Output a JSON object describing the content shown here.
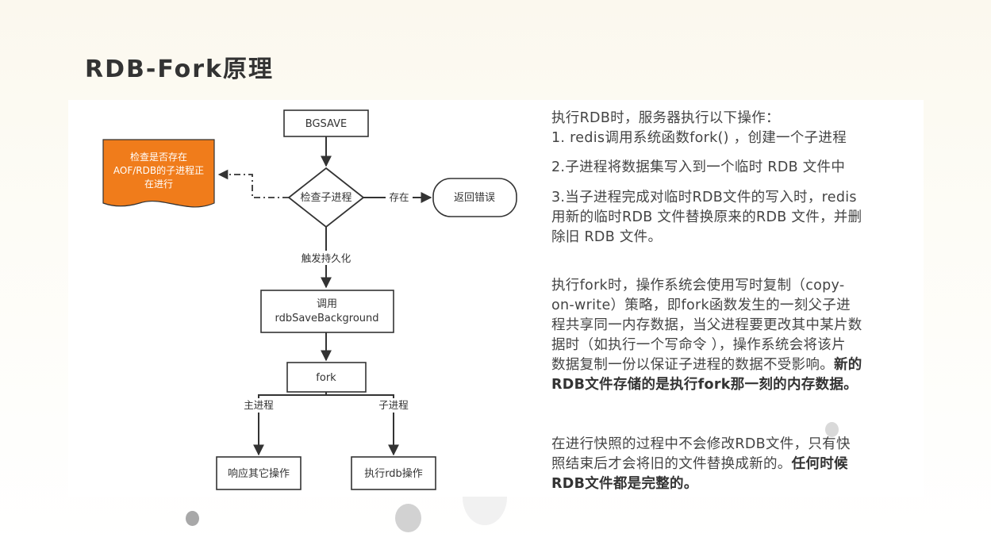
{
  "title": "RDB-Fork原理",
  "diagram": {
    "nodes": {
      "bgsave": "BGSAVE",
      "check_child": "检查子进程",
      "return_error": "返回错误",
      "doc_line1": "检查是否存在",
      "doc_line2": "AOF/RDB的子进程正",
      "doc_line3": "在进行",
      "call_line1": "调用",
      "call_line2": "rdbSaveBackground",
      "fork": "fork",
      "respond": "响应其它操作",
      "exec_rdb": "执行rdb操作"
    },
    "edges": {
      "exists": "存在",
      "trigger": "触发持久化",
      "main_process": "主进程",
      "child_process": "子进程"
    },
    "colors": {
      "doc_fill": "#f07c1b",
      "stroke": "#333333"
    }
  },
  "text": {
    "p1_line1": "执行RDB时，服务器执行以下操作：",
    "p1_line2": "1. redis调用系统函数fork() ，创建一个子进程",
    "p2": "2.子进程将数据集写入到一个临时 RDB 文件中",
    "p3_line1": "3.当子进程完成对临时RDB文件的写入时，redis",
    "p3_line2": "用新的临时RDB 文件替换原来的RDB 文件，并删",
    "p3_line3": "除旧 RDB 文件。",
    "p4_line1": "执行fork时，操作系统会使用写时复制（copy-",
    "p4_line2": "on-write）策略，即fork函数发生的一刻父子进",
    "p4_line3": "程共享同一内存数据，当父进程要更改其中某片数",
    "p4_line4": "据时（如执行一个写命令 ），操作系统会将该片",
    "p4_line5a": "数据复制一份以保证子进程的数据不受影响。",
    "p4_line5b": "新的",
    "p4_line6": "RDB文件存储的是执行fork那一刻的内存数据。",
    "p5_line1": "在进行快照的过程中不会修改RDB文件，只有快",
    "p5_line2a": "照结束后才会将旧的文件替换成新的。",
    "p5_line2b": "任何时候",
    "p5_line3": "RDB文件都是完整的。"
  }
}
